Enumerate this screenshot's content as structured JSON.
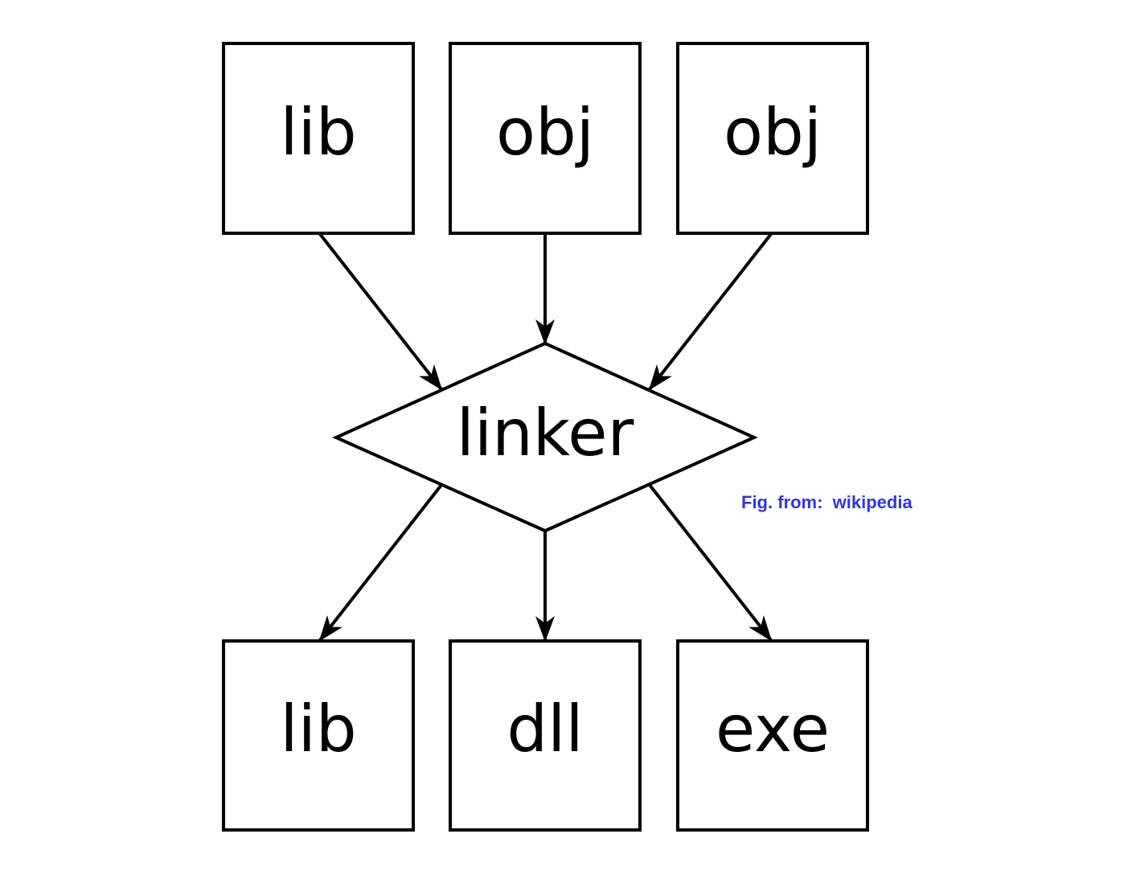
{
  "diagram": {
    "inputs": [
      {
        "label": "lib"
      },
      {
        "label": "obj"
      },
      {
        "label": "obj"
      }
    ],
    "process": {
      "label": "linker"
    },
    "outputs": [
      {
        "label": "lib"
      },
      {
        "label": "dll"
      },
      {
        "label": "exe"
      }
    ]
  },
  "caption": {
    "text": "Fig. from:  wikipedia",
    "color": "#3333e6"
  },
  "colors": {
    "stroke": "#000000",
    "background": "#ffffff"
  }
}
